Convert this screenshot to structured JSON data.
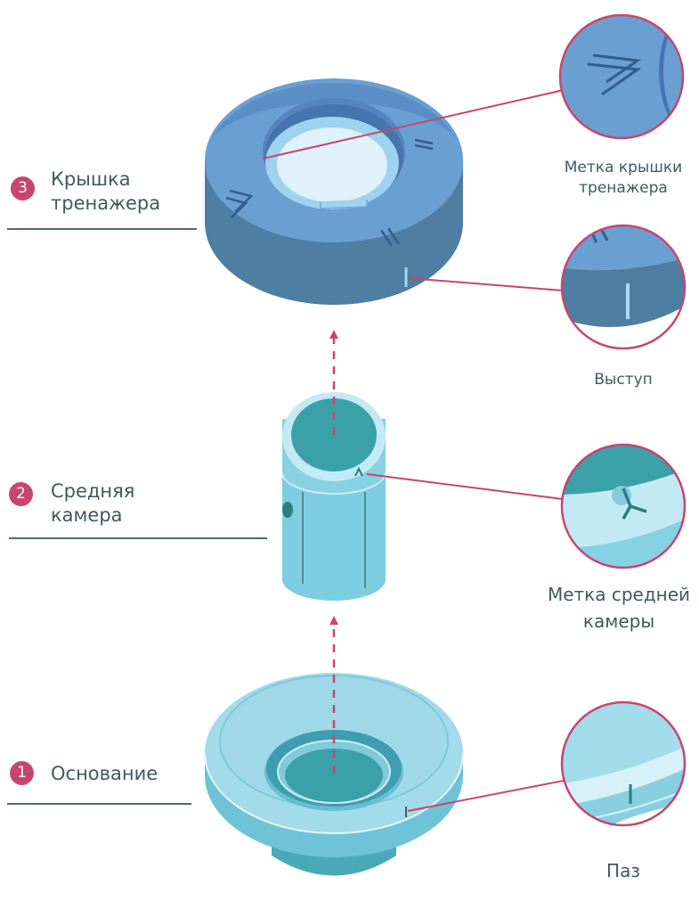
{
  "parts": [
    {
      "number": "3",
      "label": "Крышка тренажера"
    },
    {
      "number": "2",
      "label": "Средняя камера"
    },
    {
      "number": "1",
      "label": "Основание"
    }
  ],
  "callouts": [
    {
      "label": "Метка крышки тренажера"
    },
    {
      "label": "Выступ"
    },
    {
      "label": "Метка средней камеры"
    },
    {
      "label": "Паз"
    }
  ],
  "colors": {
    "accent": "#c8456f",
    "text": "#3e5a5c",
    "rule": "#4e6b6c",
    "lid_top": "#6a9fd2",
    "lid_side": "#4e7ea1",
    "chamber_body": "#86d1e2",
    "chamber_inner": "#3aa1a8",
    "base_top": "#a2dbea",
    "base_side": "#88d0e0"
  }
}
